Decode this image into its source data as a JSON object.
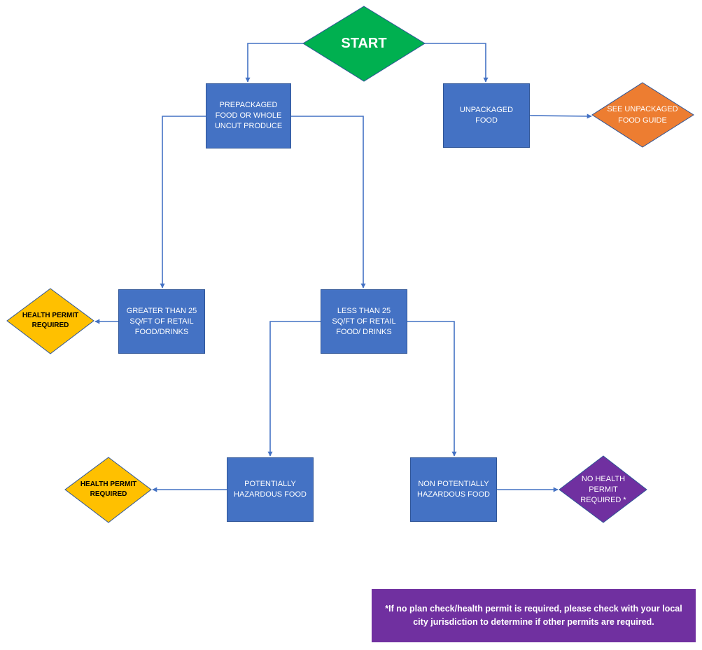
{
  "colors": {
    "box_fill": "#4472C4",
    "start_fill": "#00B050",
    "warning_fill": "#FFC000",
    "guide_fill": "#ED7D31",
    "none_fill": "#7030A0",
    "connector": "#4472C4"
  },
  "nodes": {
    "start": "START",
    "prepackaged": "PREPACKAGED FOOD OR WHOLE UNCUT PRODUCE",
    "unpackaged": "UNPACKAGED FOOD",
    "see_guide": "SEE UNPACKAGED FOOD GUIDE",
    "greater_than": "GREATER THAN 25 SQ/FT OF RETAIL FOOD/DRINKS",
    "less_than": "LESS THAN 25 SQ/FT OF RETAIL FOOD/ DRINKS",
    "permit_required_1": "HEALTH PERMIT REQUIRED",
    "potentially_hazardous": "POTENTIALLY HAZARDOUS FOOD",
    "non_potentially_hazardous": "NON POTENTIALLY HAZARDOUS FOOD",
    "permit_required_2": "HEALTH PERMIT REQUIRED",
    "no_permit": "NO HEALTH PERMIT REQUIRED *"
  },
  "footnote": "*If no plan check/health permit is required, please check with your local city jurisdiction to determine if other permits are required."
}
